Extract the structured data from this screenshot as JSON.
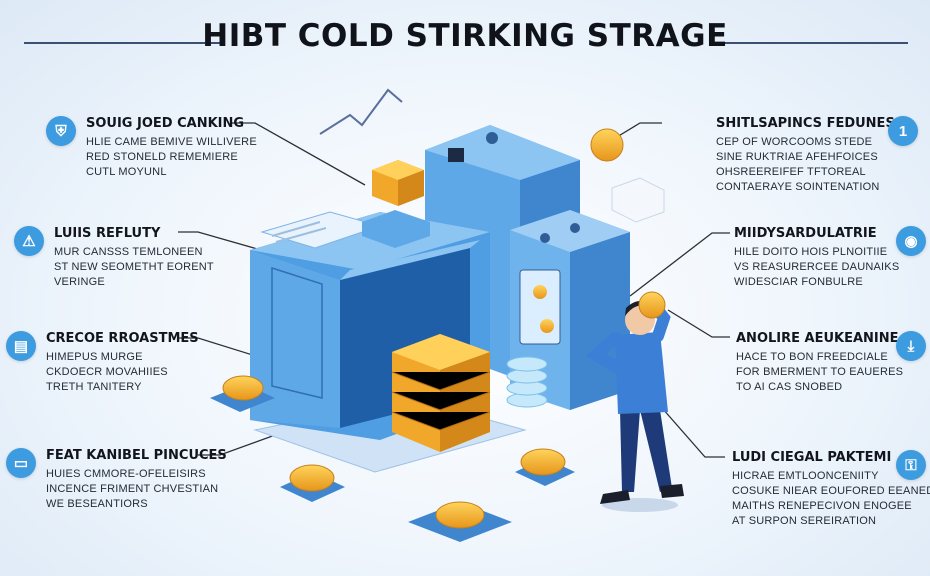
{
  "title": "HIBT COLD STIRKING STRAGE",
  "left_callouts": [
    {
      "title": "SOUIG JOED CANKING",
      "lines": [
        "HLIE CAME BEMIVE WILLIVERE",
        "RED STONELD REMEMIERE",
        "CUTL MOYUNL"
      ],
      "icon": "shield-icon",
      "glyph": "⛨"
    },
    {
      "title": "LUIIS REFLUTY",
      "lines": [
        "MUR CANSSS TEMLONEEN",
        "ST NEW SEOMETHT EORENT",
        "VERINGE"
      ],
      "icon": "warning-icon",
      "glyph": "⚠"
    },
    {
      "title": "CRECOE RROASTMES",
      "lines": [
        "HIMEPUS MURGE",
        "CKDOECR MOVAHIIES",
        "TRETH TANITERY"
      ],
      "icon": "document-icon",
      "glyph": "▤"
    },
    {
      "title": "FEAT KANIBEL PINCUCES",
      "lines": [
        "HUIES CMMORE-OFELEISIRS",
        "INCENCE FRIMENT CHVESTIAN",
        "WE BESEANTIORS"
      ],
      "icon": "laptop-icon",
      "glyph": "▭"
    }
  ],
  "right_callouts": [
    {
      "title": "SHITLSAPINCS FEDUNES",
      "lines": [
        "CEP OF WORCOOMS STEDE",
        "SINE RUKTRIAE AFEHFOICES",
        "OHSREEREIFEF TFTOREAL",
        "CONTAERAYE SOINTENATION"
      ],
      "icon": "info-icon",
      "glyph": "1"
    },
    {
      "title": "MIIDYSARDULATRIE",
      "lines": [
        "HILE DOITO HOIS PLNOITIIE",
        "VS REASURERCEE DAUNAIKS",
        "WIDESCIAR FONBULRE"
      ],
      "icon": "globe-icon",
      "glyph": "◉"
    },
    {
      "title": "ANOLIRE AEUKEANINE",
      "lines": [
        "HACE TO BON FREEDCIALE",
        "FOR BMERMENT TO EAUERES",
        "TO AI CAS SNOBED"
      ],
      "icon": "download-icon",
      "glyph": "⤓"
    },
    {
      "title": "LUDI CIEGAL PAKTEMI",
      "lines": [
        "HICRAE EMTLOONCENIITY",
        "COSUKE NIEAR EOUFORED EEANED",
        "MAITHS RENEPECIVON ENOGEE",
        "AT SURPON SEREIRATION"
      ],
      "icon": "lock-icon",
      "glyph": "⚿"
    }
  ],
  "colors": {
    "vault_front": "#5fa8e8",
    "vault_side": "#3f86cf",
    "vault_top": "#8cc4f2",
    "gold": "#f5b52e",
    "badge": "#3d9be0",
    "person_shirt": "#3c7fd6",
    "person_pants": "#1f3a78"
  }
}
